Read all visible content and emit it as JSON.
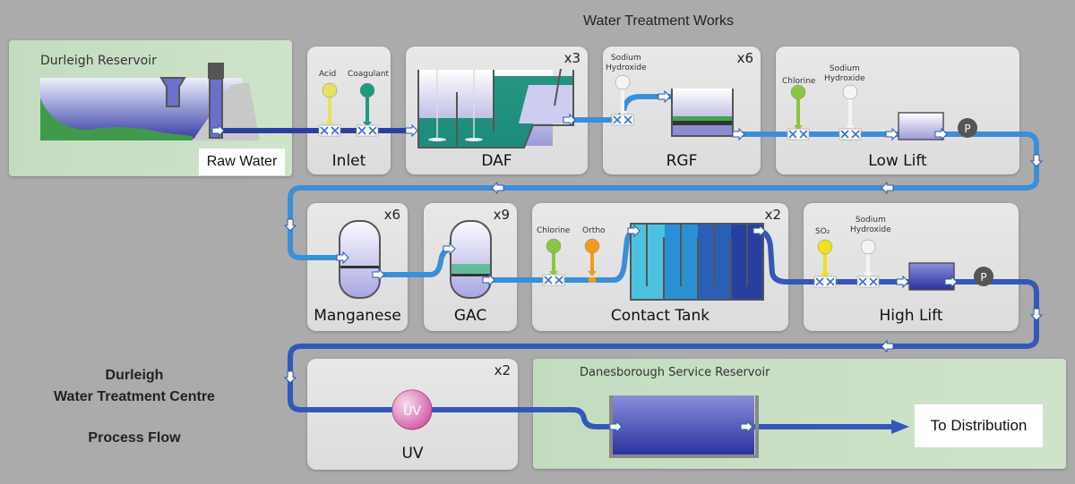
{
  "header": {
    "title": "Water Treatment Works"
  },
  "side_title": {
    "line1": "Durleigh",
    "line2": "Water Treatment Centre",
    "subtitle": "Process Flow"
  },
  "source": {
    "name": "Durleigh Reservoir",
    "output_label": "Raw Water"
  },
  "stages": [
    {
      "id": "inlet",
      "label": "Inlet",
      "multiplier": "",
      "chemicals": [
        "Acid",
        "Coagulant"
      ]
    },
    {
      "id": "daf",
      "label": "DAF",
      "multiplier": "x3",
      "chemicals": []
    },
    {
      "id": "rgf",
      "label": "RGF",
      "multiplier": "x6",
      "chemicals": [
        "Sodium Hydroxide"
      ]
    },
    {
      "id": "low-lift",
      "label": "Low Lift",
      "multiplier": "",
      "chemicals": [
        "Chlorine",
        "Sodium Hydroxide"
      ]
    },
    {
      "id": "manganese",
      "label": "Manganese",
      "multiplier": "x6",
      "chemicals": []
    },
    {
      "id": "gac",
      "label": "GAC",
      "multiplier": "x9",
      "chemicals": []
    },
    {
      "id": "contact-tank",
      "label": "Contact Tank",
      "multiplier": "x2",
      "chemicals": [
        "Chlorine",
        "Ortho"
      ]
    },
    {
      "id": "high-lift",
      "label": "High Lift",
      "multiplier": "",
      "chemicals": [
        "SO2",
        "Sodium Hydroxide"
      ]
    },
    {
      "id": "uv",
      "label": "UV",
      "multiplier": "x2",
      "chemicals": []
    }
  ],
  "chem_labels": {
    "acid": "Acid",
    "coagulant": "Coagulant",
    "sodium1": "Sodium",
    "hydroxide1": "Hydroxide",
    "chlorine1": "Chlorine",
    "sodium2": "Sodium",
    "hydroxide2": "Hydroxide",
    "chlorine2": "Chlorine",
    "ortho": "Ortho",
    "so2": "SO₂",
    "sodium3": "Sodium",
    "hydroxide3": "Hydroxide"
  },
  "pump_label": "P",
  "uv_badge": "UV",
  "service_reservoir": {
    "name": "Danesborough Service Reservoir",
    "output_label": "To Distribution"
  },
  "colors": {
    "pipe_dark": "#2d3f9e",
    "pipe_light": "#3a8fd8",
    "pipe_mid": "#3457b8",
    "acid": "#e8e35a",
    "coagulant": "#1e9a80",
    "chlorine": "#8cc63f",
    "ortho": "#f39a1e",
    "so2": "#f0e020",
    "sodium_hydroxide": "#f4f4f4",
    "uv": "#d45aa8",
    "reservoir_panel": "#c6dec3"
  }
}
